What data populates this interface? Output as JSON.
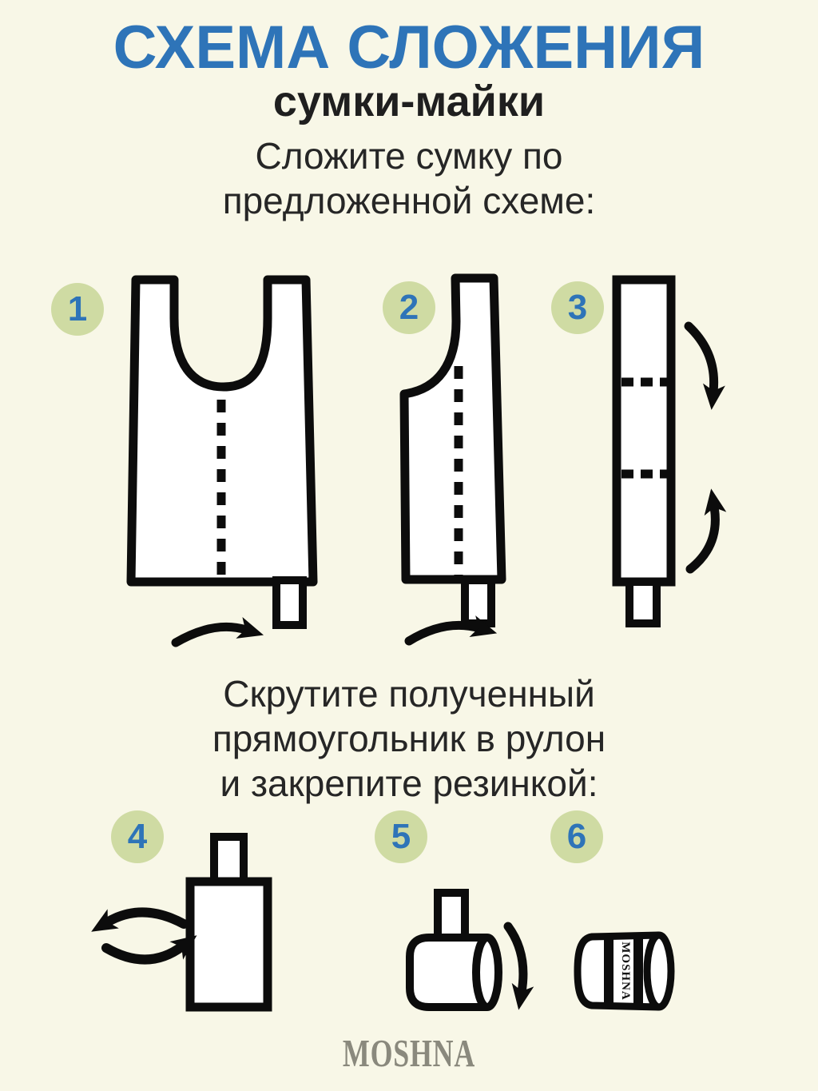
{
  "header": {
    "title": "СХЕМА СЛОЖЕНИЯ",
    "subtitle": "сумки-майки",
    "intro_line1": "Сложите сумку по",
    "intro_line2": "предложенной схеме:"
  },
  "middle_instruction": {
    "line1": "Скрутите полученный",
    "line2": "прямоугольник в рулон",
    "line3": "и закрепите резинкой:"
  },
  "steps": [
    {
      "number": "1",
      "icon": "bag-front-icon"
    },
    {
      "number": "2",
      "icon": "bag-half-folded-icon"
    },
    {
      "number": "3",
      "icon": "bag-strip-folded-icon"
    },
    {
      "number": "4",
      "icon": "roll-upright-icon"
    },
    {
      "number": "5",
      "icon": "roll-sideways-icon"
    },
    {
      "number": "6",
      "icon": "roll-banded-icon"
    }
  ],
  "roll": {
    "label": "MOSHNA"
  },
  "footer": {
    "brand": "MOSHNA"
  },
  "colors": {
    "background": "#f8f7e7",
    "accent_blue": "#2e74b8",
    "badge_green": "#cfdba3",
    "ink_black": "#0c0c0c",
    "brand_gray": "#8a897d"
  }
}
